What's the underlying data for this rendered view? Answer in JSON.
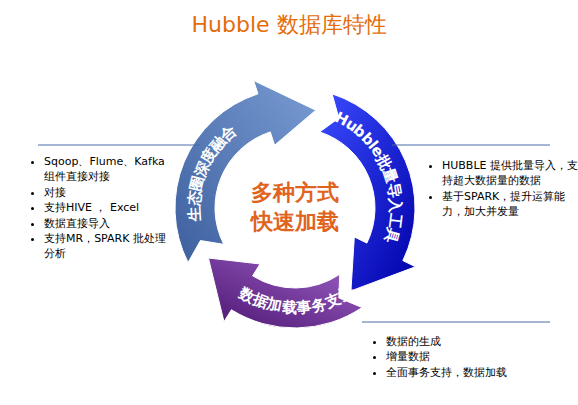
{
  "diagram": {
    "title": "Hubble 数据库特性",
    "nodes": [
      {
        "text": [
          "生态圈深度融合"
        ]
      },
      {
        "text": [
          "Hubble批量导入工具"
        ]
      },
      {
        "text": [
          "数据加载事务支持"
        ]
      }
    ],
    "labels": [
      "多种方式 快速加载",
      "Sqoop、Flume、Kafka 组件直接对接",
      "对接",
      "支持HIVE ，  Excel",
      "数据直接导入",
      "支持MR，SPARK 批处理分析",
      "HUBBLE 提供批量导入，支持超大数据量的数据",
      "基于SPARK，提升运算能力，加大并发量",
      "数据的生成",
      "增量数据",
      "全面事务支持，数据加载"
    ]
  }
}
